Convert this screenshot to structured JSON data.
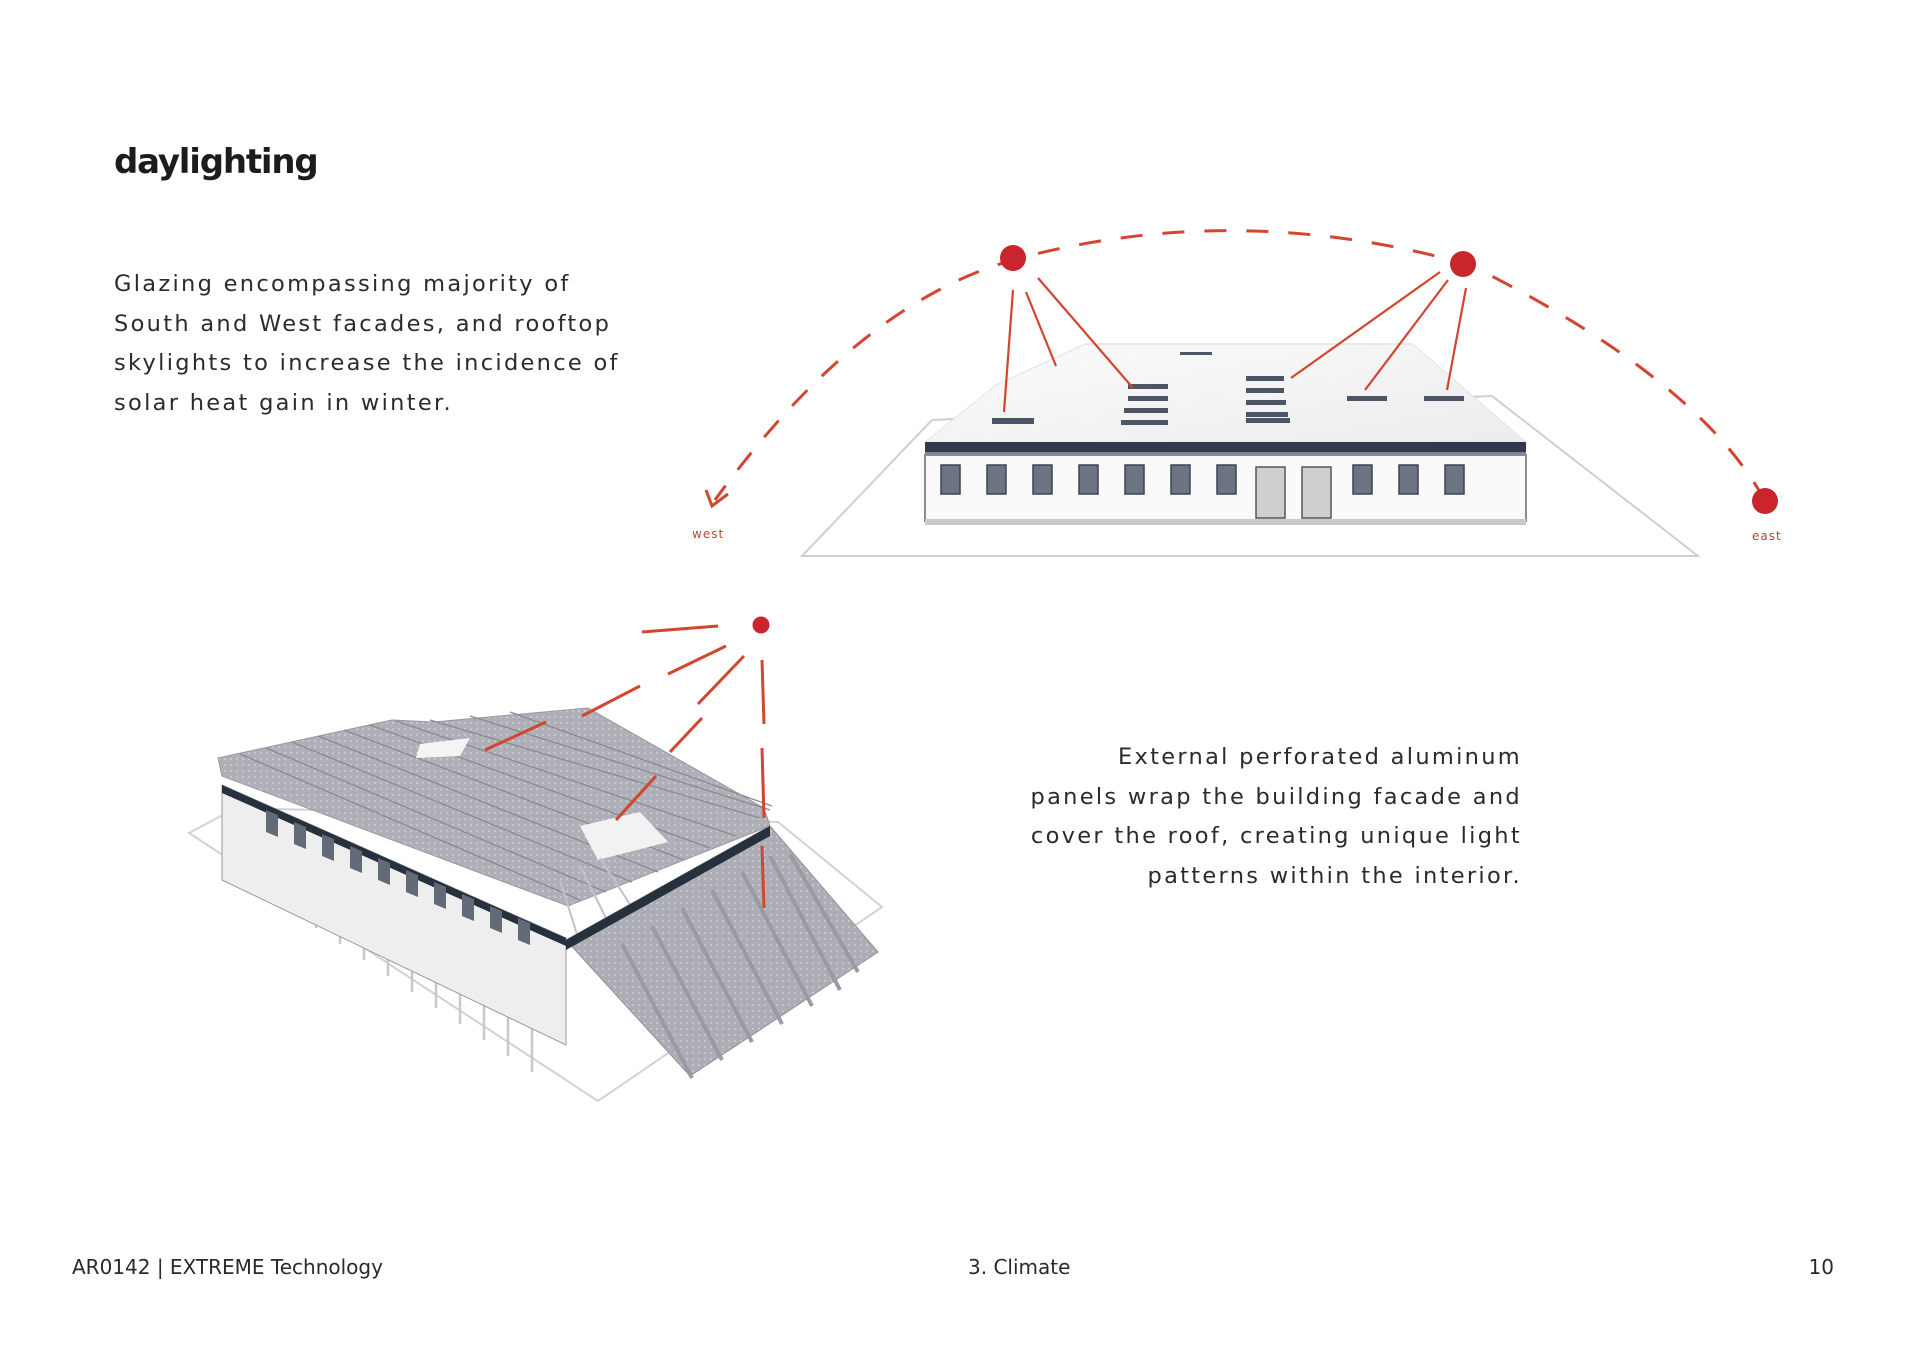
{
  "page": {
    "title": "daylighting",
    "left_paragraph": [
      "Glazing encompassing majority of",
      "South and West facades, and rooftop",
      "skylights to increase the incidence of",
      "solar heat gain in winter."
    ],
    "right_paragraph": [
      "External perforated aluminum",
      "panels wrap the building facade and",
      "cover the roof, creating unique light",
      "patterns within the interior."
    ]
  },
  "diagram": {
    "west_label": "west",
    "east_label": "east",
    "sun_color": "#c8262c",
    "ray_color": "#d2452e"
  },
  "footer": {
    "course": "AR0142 | EXTREME Technology",
    "section": "3. Climate",
    "page_number": "10"
  }
}
